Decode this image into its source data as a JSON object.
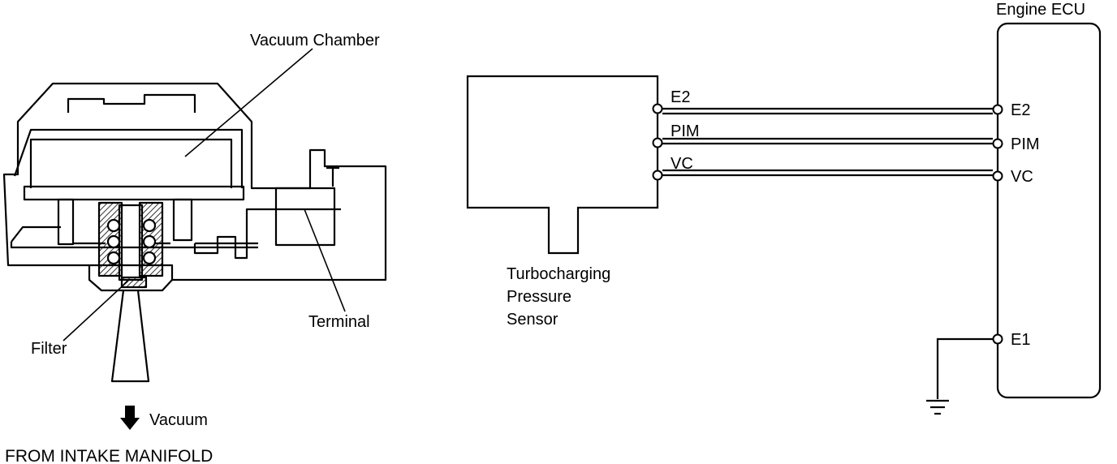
{
  "sensor_cross_section": {
    "vacuum_chamber_label": "Vacuum Chamber",
    "terminal_label": "Terminal",
    "filter_label": "Filter",
    "vacuum_label": "Vacuum",
    "from_intake_label": "FROM INTAKE MANIFOLD"
  },
  "wiring": {
    "sensor_name": [
      "Turbocharging",
      "Pressure",
      "Sensor"
    ],
    "ecu_title": "Engine ECU",
    "sensor_pins": [
      "E2",
      "PIM",
      "VC"
    ],
    "ecu_pins": [
      "E2",
      "PIM",
      "VC",
      "E1"
    ]
  },
  "colors": {
    "line": "#000000",
    "background": "#ffffff"
  }
}
